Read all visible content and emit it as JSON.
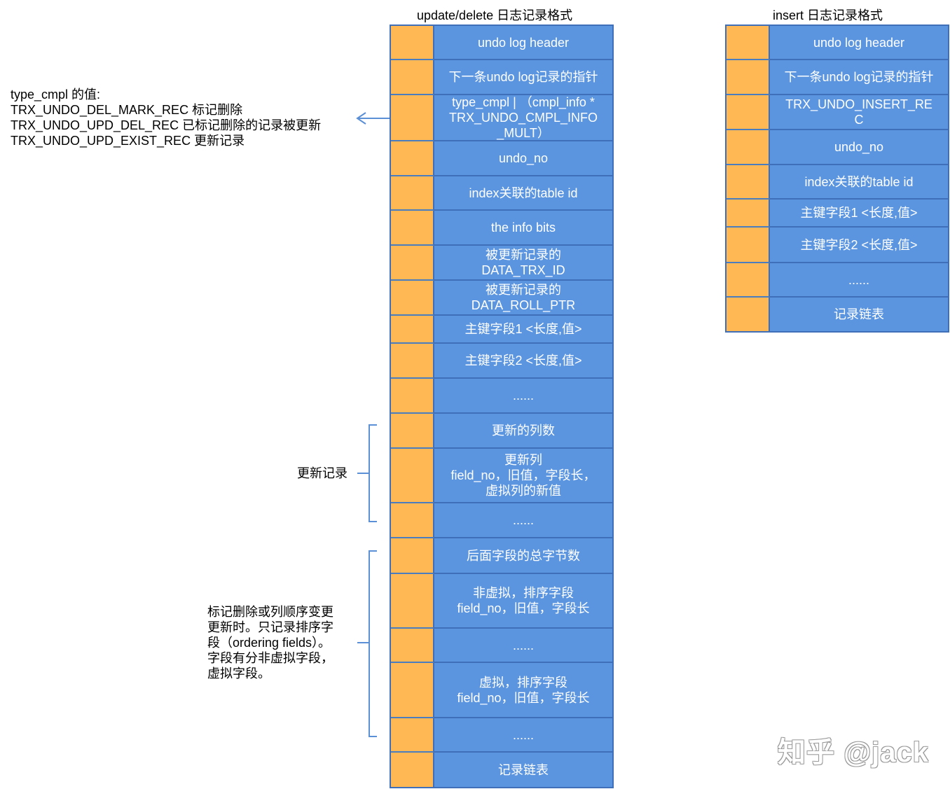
{
  "update_table": {
    "title": "update/delete 日志记录格式",
    "rows": [
      "undo log header",
      "下一条undo log记录的指针",
      "type_cmpl |  （cmpl_info *\nTRX_UNDO_CMPL_INFO\n_MULT）",
      "undo_no",
      "index关联的table id",
      "the info bits",
      "被更新记录的\nDATA_TRX_ID",
      "被更新记录的\nDATA_ROLL_PTR",
      "主键字段1 <长度,值>",
      "主键字段2 <长度,值>",
      "......",
      "更新的列数",
      "更新列\nfield_no，旧值，字段长，\n虚拟列的新值",
      "......",
      "后面字段的总字节数",
      "非虚拟，排序字段\nfield_no，旧值，字段长",
      "......",
      "虚拟，排序字段\nfield_no，旧值，字段长",
      "......",
      "记录链表"
    ]
  },
  "insert_table": {
    "title": "insert 日志记录格式",
    "rows": [
      "undo log header",
      "下一条undo log记录的指针",
      "TRX_UNDO_INSERT_RE\nC",
      "undo_no",
      "index关联的table id",
      "主键字段1 <长度,值>",
      "主键字段2 <长度,值>",
      "......",
      "记录链表"
    ]
  },
  "annotations": {
    "type_cmpl_note": "type_cmpl 的值:\nTRX_UNDO_DEL_MARK_REC 标记删除\nTRX_UNDO_UPD_DEL_REC 已标记删除的记录被更新\nTRX_UNDO_UPD_EXIST_REC 更新记录",
    "update_record_label": "更新记录",
    "ordering_note": "标记删除或列顺序变更\n更新时。只记录排序字\n段（ordering fields）。\n字段有分非虚拟字段，\n虚拟字段。"
  },
  "watermark": "知乎 @jack",
  "colors": {
    "cell_fill": "#5b95e0",
    "tag_fill": "#ffb854",
    "border": "#3f6fb8",
    "bracket": "#5b8fd6"
  }
}
